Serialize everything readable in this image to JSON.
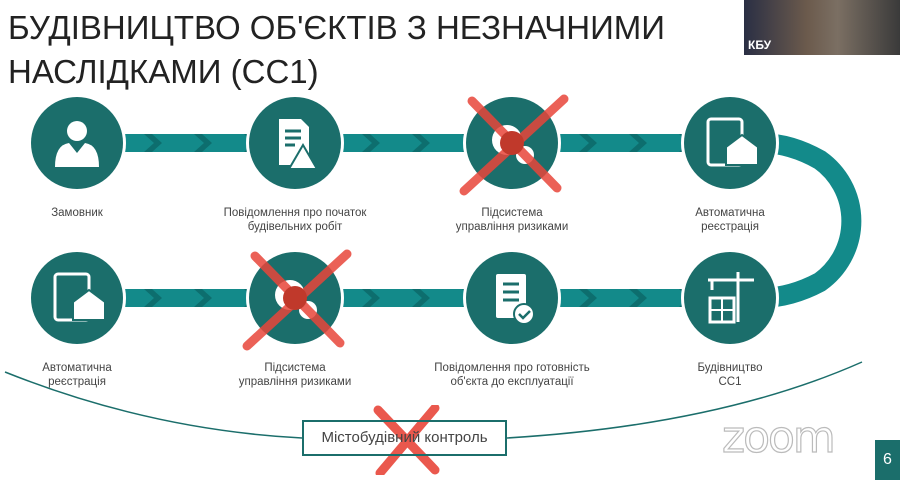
{
  "title_line1": "БУДІВНИЦТВО ОБ'ЄКТІВ З НЕЗНАЧНИМИ",
  "title_line2": "НАСЛІДКАМИ (СС1)",
  "video": {
    "label": "КБУ"
  },
  "steps_row1": [
    {
      "icon": "person-icon",
      "line1": "Замовник",
      "line2": "",
      "crossed": false
    },
    {
      "icon": "document-warning-icon",
      "line1": "Повідомлення про початок",
      "line2": "будівельних робіт",
      "crossed": false
    },
    {
      "icon": "gears-icon",
      "line1": "Підсистема",
      "line2": "управління ризиками",
      "crossed": true
    },
    {
      "icon": "house-tablet-icon",
      "line1": "Автоматична",
      "line2": "реєстрація",
      "crossed": false
    }
  ],
  "steps_row2": [
    {
      "icon": "house-tablet-icon",
      "line1": "Автоматична",
      "line2": "реєстрація",
      "crossed": false
    },
    {
      "icon": "gears-icon",
      "line1": "Підсистема",
      "line2": "управління ризиками",
      "crossed": true
    },
    {
      "icon": "checklist-icon",
      "line1": "Повідомлення про готовність",
      "line2": "об'єкта до експлуатації",
      "crossed": false
    },
    {
      "icon": "crane-building-icon",
      "line1": "Будівництво",
      "line2": "СС1",
      "crossed": false
    }
  ],
  "control_box": "Містобудівний контроль",
  "zoom_watermark": "zoom",
  "page_number": "6",
  "colors": {
    "teal": "#1b6e6b",
    "connector": "#138a8a",
    "cross": "#e8463a"
  }
}
